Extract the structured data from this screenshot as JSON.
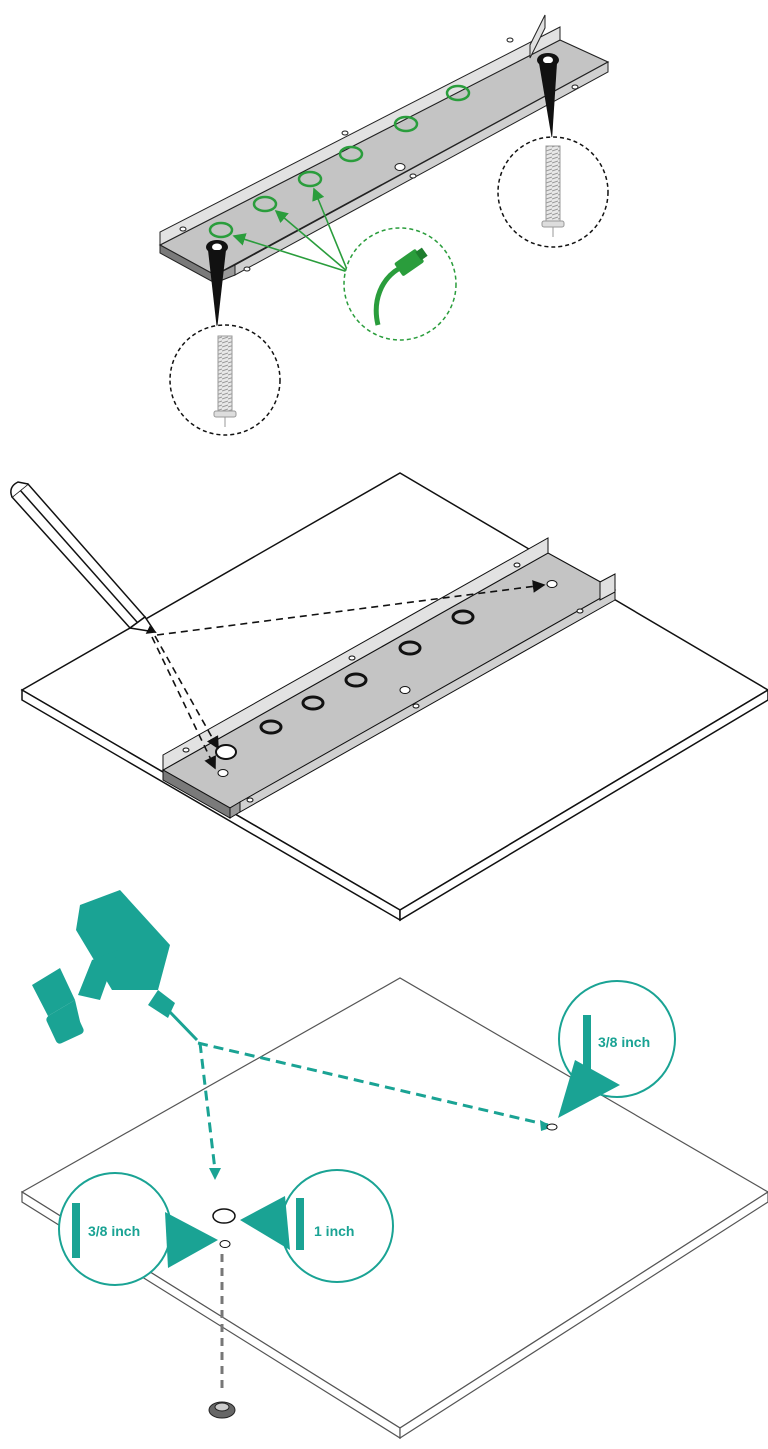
{
  "labels": {
    "right_hole_size": "3/8 inch",
    "counterbore_size": "1 inch",
    "pilot_hole_size": "3/8 inch"
  },
  "colors": {
    "accent_green": "#2a9d3c",
    "teal": "#1aa394",
    "bracket_gray": "#c4c4c4",
    "outline": "#222222"
  },
  "icons": {
    "pencil": "pencil-icon",
    "drill": "drill-icon",
    "cable": "network-cable-icon",
    "screw": "screw-icon"
  },
  "steps": [
    {
      "name": "attach-screws-and-route-cables"
    },
    {
      "name": "mark-holes-with-pencil"
    },
    {
      "name": "drill-holes"
    }
  ]
}
